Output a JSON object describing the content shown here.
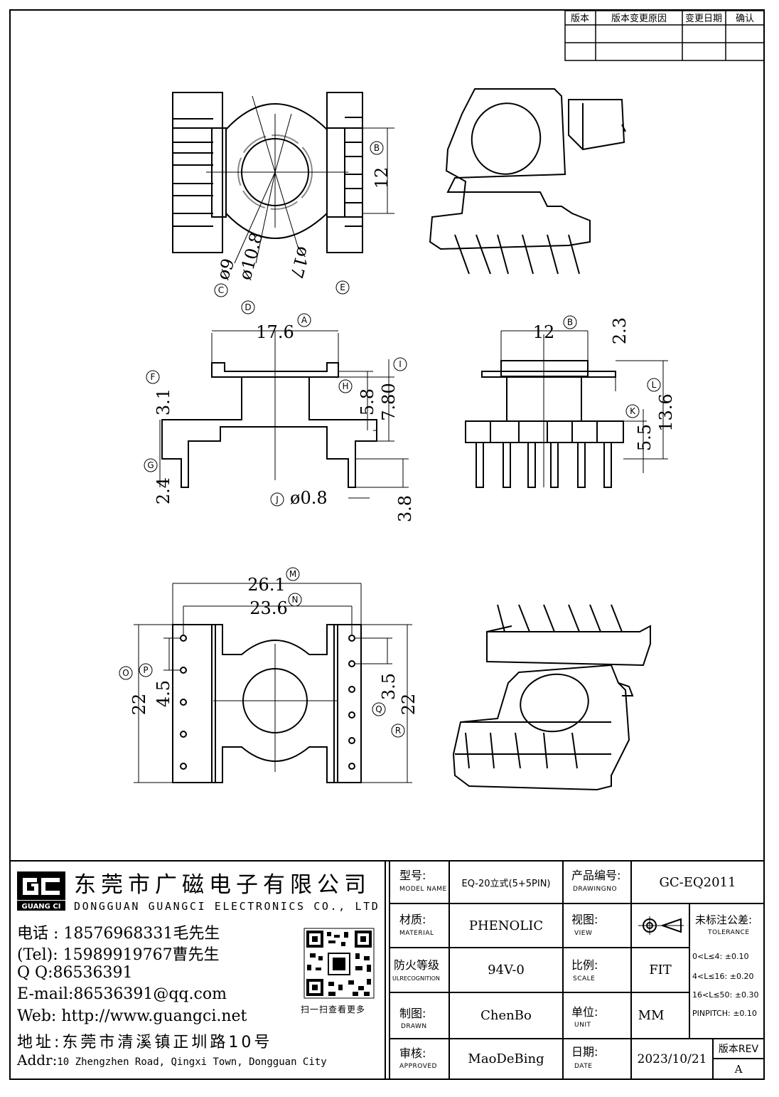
{
  "revision_table": {
    "headers": [
      "版本",
      "版本变更原因",
      "变更日期",
      "确认"
    ]
  },
  "dimensions": {
    "b_12": "12",
    "phi9": "ø9",
    "phi10_8": "ø10.8",
    "phi17": "ø17",
    "w17_6": "17.6",
    "h3_1": "3.1",
    "h5_8": "5.8",
    "h7_80": "7.80",
    "h2_4": "2.4",
    "pin_d": "ø0.8",
    "h3_8": "3.8",
    "w12": "12",
    "h2_3": "2.3",
    "h13_6": "13.6",
    "h5_5": "5.5",
    "w26_1": "26.1",
    "w23_6": "23.6",
    "h22a": "22",
    "p4_5": "4.5",
    "p3_5": "3.5",
    "h22b": "22"
  },
  "callouts": {
    "A": "A",
    "B": "B",
    "C": "C",
    "D": "D",
    "E": "E",
    "F": "F",
    "G": "G",
    "H": "H",
    "I": "I",
    "J": "J",
    "K": "K",
    "L": "L",
    "M": "M",
    "N": "N",
    "O": "O",
    "P": "P",
    "Q": "Q",
    "R": "R",
    "B2": "B"
  },
  "company": {
    "name_cn": "东莞市广磁电子有限公司",
    "name_en": "DONGGUAN GUANGCI ELECTRONICS CO., LTD",
    "logo_text": "GUANG CI",
    "phone": "电话 : 18576968331毛先生",
    "tel": "(Tel): 15989919767曹先生",
    "qq": "Q Q:86536391",
    "email": "E-mail:86536391@qq.com",
    "web": "Web: http://www.guangci.net",
    "address_cn": "地址:东莞市清溪镇正圳路10号",
    "addr_prefix": "Addr:",
    "address_en": "10 Zhengzhen Road, Qingxi Town, Dongguan City",
    "qr_caption": "扫一扫查看更多"
  },
  "title_block": {
    "model_label": "型号:",
    "model_sub": "MODEL NAME",
    "model_value": "EQ-20立式(5+5PIN)",
    "drawingno_label": "产品编号:",
    "drawingno_sub": "DRAWINGNO",
    "drawingno_value": "GC-EQ2011",
    "material_label": "材质:",
    "material_sub": "MATERIAL",
    "material_value": "PHENOLIC",
    "view_label": "视图:",
    "view_sub": "VIEW",
    "tolerance_label": "未标注公差:",
    "tolerance_sub": "TOLERANCE",
    "tol_1": "0<L≤4: ±0.10",
    "tol_2": "4<L≤16: ±0.20",
    "tol_3": "16<L≤50: ±0.30",
    "tol_4": "PINPITCH: ±0.10",
    "fire_label": "防火等级",
    "fire_sub": "ULRECOGNITION",
    "fire_value": "94V-0",
    "scale_label": "比例:",
    "scale_sub": "SCALE",
    "scale_value": "FIT",
    "drawn_label": "制图:",
    "drawn_sub": "DRAWN",
    "drawn_value": "ChenBo",
    "unit_label": "单位:",
    "unit_sub": "UNIT",
    "unit_value": "MM",
    "approved_label": "审核:",
    "approved_sub": "APPROVED",
    "approved_value": "MaoDeBing",
    "date_label": "日期:",
    "date_sub": "DATE",
    "date_value": "2023/10/21",
    "rev_label": "版本REV",
    "rev_value": "A"
  }
}
